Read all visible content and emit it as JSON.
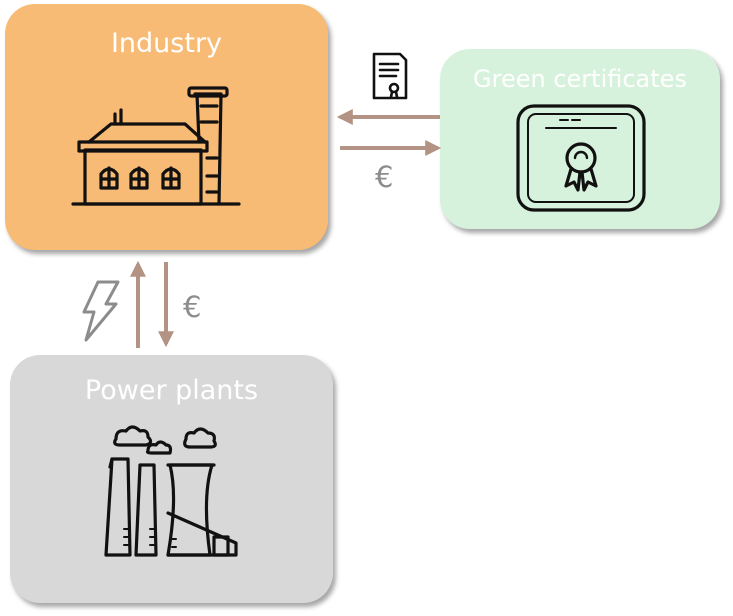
{
  "nodes": {
    "industry": {
      "title": "Industry",
      "color": "#f8bb75"
    },
    "green_certificates": {
      "title": "Green certificates",
      "color": "#d7f2dc"
    },
    "power_plants": {
      "title": "Power plants",
      "color": "#d8d8d8"
    }
  },
  "flows": {
    "certificate_flow": {
      "icon": "document-icon",
      "direction": "green-certificates-to-industry"
    },
    "payment_to_green": {
      "label": "€",
      "direction": "industry-to-green-certificates"
    },
    "electricity_flow": {
      "icon": "lightning-icon",
      "direction": "power-plants-to-industry"
    },
    "payment_to_power": {
      "label": "€",
      "direction": "industry-to-power-plants"
    }
  },
  "colors": {
    "arrow": "#b39383",
    "icon_stroke": "#111111",
    "lightning": "#8c8c8c",
    "euro_text": "#8c8c8c"
  }
}
